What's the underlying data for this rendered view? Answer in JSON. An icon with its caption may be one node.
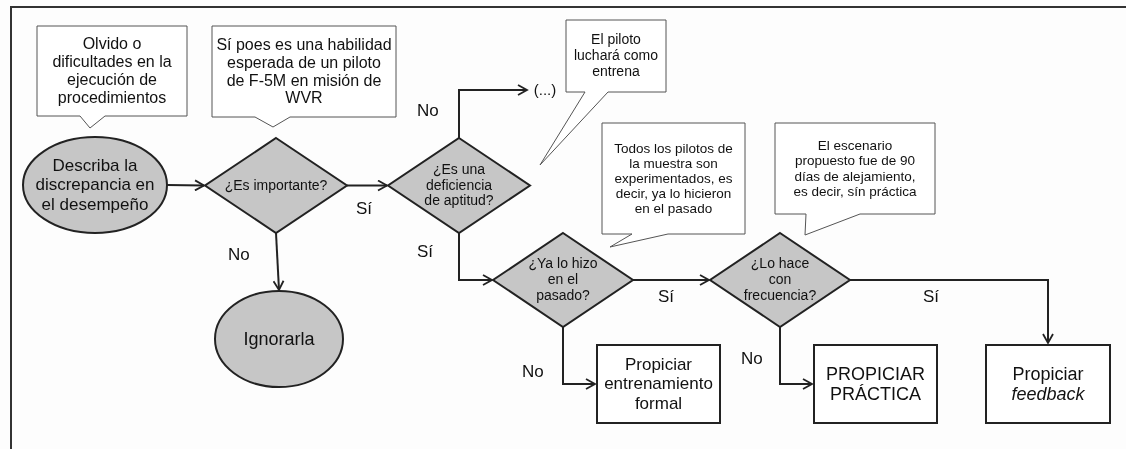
{
  "diagram": {
    "nodes": [
      {
        "text": [
          "Olvido o dificultades en la ejecución de procedimientos"
        ]
      },
      {
        "text": [
          "Sí poes es una habilidad esperada de un piloto de F-5M en misión de WVR"
        ]
      },
      {
        "text": [
          "Describa la discrepancia en el desempeño"
        ]
      },
      {
        "text": [
          "¿Es importante?"
        ]
      },
      {
        "text": [
          "¿Es una deficiencia de aptitud?"
        ]
      },
      {
        "text": [
          "(...)"
        ]
      },
      {
        "text": [
          "El piloto luchará como entrena"
        ]
      },
      {
        "text": [
          "Ignorarla"
        ]
      },
      {
        "text": [
          "Todos los pilotos de la muestra son experimentados, es decir, ya lo hicieron en el pasado"
        ]
      },
      {
        "text": [
          "¿Ya lo hizo en el pasado?"
        ]
      },
      {
        "text": [
          "El escenario propuesto fue de 90 días de alejamiento, es decir, sín práctica"
        ]
      },
      {
        "text": [
          "¿Lo hace con frecuencia?"
        ]
      },
      {
        "text": [
          "Propiciar entrenamiento formal"
        ]
      },
      {
        "text": [
          "PROPICIAR PRÁCTICA"
        ]
      },
      {
        "text": [
          "Propiciar *feedback*"
        ]
      }
    ],
    "edges": [
      {
        "from": 2,
        "to": 3,
        "arrow": "to"
      },
      {
        "from": 3,
        "to": 4,
        "arrow": "to",
        "label": "Sí"
      },
      {
        "from": 3,
        "to": 7,
        "arrow": "to",
        "label": "No"
      },
      {
        "from": 4,
        "to": 5,
        "arrow": "to",
        "label": "No"
      },
      {
        "from": 4,
        "to": 9,
        "arrow": "to",
        "label": "Sí"
      },
      {
        "from": 9,
        "to": 11,
        "arrow": "to",
        "label": "Sí"
      },
      {
        "from": 9,
        "to": 12,
        "arrow": "to",
        "label": "No"
      },
      {
        "from": 11,
        "to": 13,
        "arrow": "to",
        "label": "No"
      },
      {
        "from": 11,
        "to": 14,
        "arrow": "to",
        "label": "Sí"
      }
    ]
  }
}
